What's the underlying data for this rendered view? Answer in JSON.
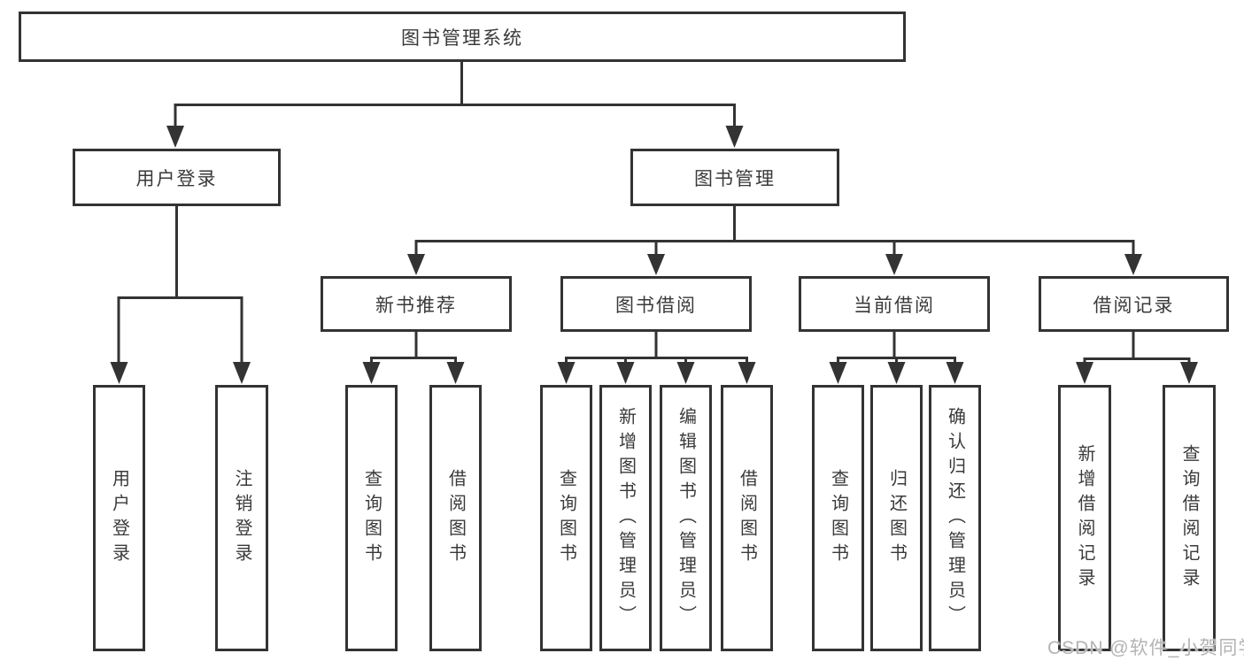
{
  "diagram": {
    "root": {
      "label": "图书管理系统"
    },
    "branches": {
      "user_login": {
        "label": "用户登录",
        "children": {
          "login": "用户登录",
          "logout": "注销登录"
        }
      },
      "book_mgmt": {
        "label": "图书管理",
        "sections": {
          "new_book_rec": {
            "label": "新书推荐",
            "children": {
              "query": "查询图书",
              "borrow": "借阅图书"
            }
          },
          "book_borrow": {
            "label": "图书借阅",
            "children": {
              "query": "查询图书",
              "add": "新增图书（管理员）",
              "edit": "编辑图书（管理员）",
              "borrow": "借阅图书"
            }
          },
          "current_borrow": {
            "label": "当前借阅",
            "children": {
              "query": "查询图书",
              "return": "归还图书",
              "confirm": "确认归还（管理员）"
            }
          },
          "borrow_records": {
            "label": "借阅记录",
            "children": {
              "add": "新增借阅记录",
              "query": "查询借阅记录"
            }
          }
        }
      }
    }
  },
  "watermark": {
    "text": "CSDN @软件_小贺同学"
  }
}
